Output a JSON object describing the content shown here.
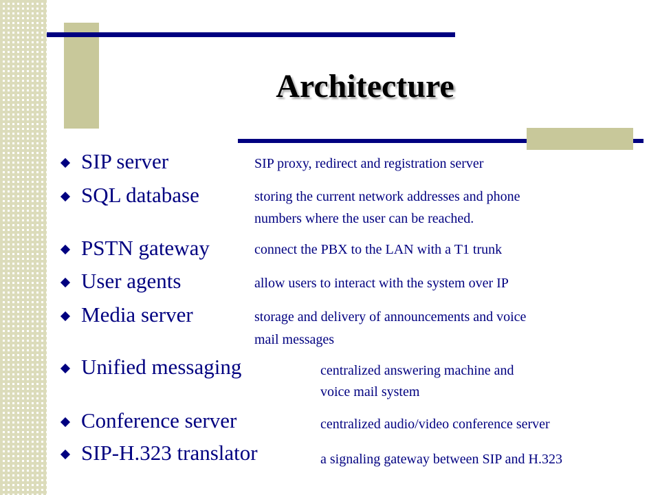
{
  "slide": {
    "title": "Architecture",
    "items": [
      {
        "term": "SIP server",
        "desc1": "SIP proxy, redirect and registration server",
        "desc2": ""
      },
      {
        "term": "SQL database",
        "desc1": "storing the current network addresses and phone",
        "desc2": "numbers where the user can be reached."
      },
      {
        "term": "PSTN gateway",
        "desc1": "connect the PBX to the LAN with a T1 trunk",
        "desc2": ""
      },
      {
        "term": "User agents",
        "desc1": "allow users to interact with the system over IP",
        "desc2": ""
      },
      {
        "term": "Media server",
        "desc1": "storage and delivery of announcements and voice",
        "desc2": "mail messages"
      },
      {
        "term": "Unified messaging",
        "desc1": "centralized answering machine and",
        "desc2": "voice mail system"
      },
      {
        "term": "Conference server",
        "desc1": "centralized audio/video conference server",
        "desc2": ""
      },
      {
        "term": "SIP-H.323 translator",
        "desc1": "a signaling gateway between SIP and H.323",
        "desc2": ""
      }
    ]
  },
  "colors": {
    "text": "#000080",
    "accent": "#c8c89a",
    "line": "#000080"
  },
  "icons": {
    "bullet": "diamond-bullet-icon"
  }
}
